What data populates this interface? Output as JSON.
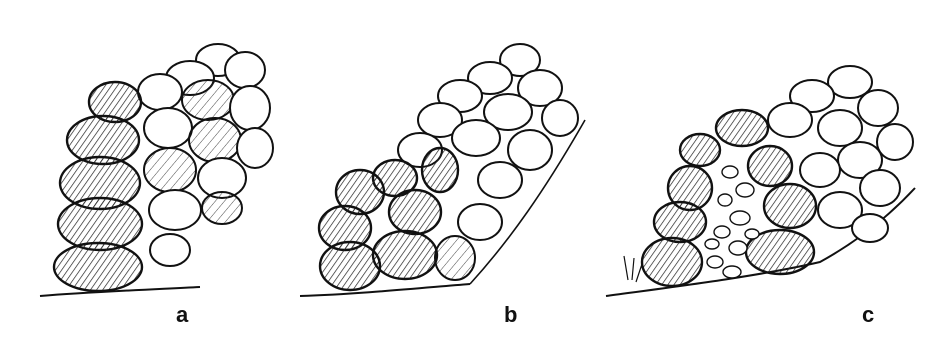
{
  "colors": {
    "background": "#ffffff",
    "ink": "#111111",
    "stone_fill": "#ffffff",
    "shade": "#444444"
  },
  "panels": [
    {
      "id": "a",
      "label": "a"
    },
    {
      "id": "b",
      "label": "b"
    },
    {
      "id": "c",
      "label": "c"
    }
  ]
}
